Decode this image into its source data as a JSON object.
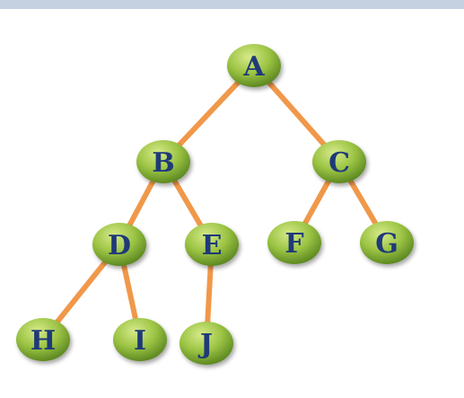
{
  "tree": {
    "edge_color": "#f0984a",
    "node_fill_light": "#d6ea8a",
    "node_fill_mid": "#9cc444",
    "node_fill_dark": "#5e8a22",
    "label_color": "#1f3a78",
    "nodes": [
      {
        "id": "A",
        "label": "A",
        "parent": null
      },
      {
        "id": "B",
        "label": "B",
        "parent": "A"
      },
      {
        "id": "C",
        "label": "C",
        "parent": "A"
      },
      {
        "id": "D",
        "label": "D",
        "parent": "B"
      },
      {
        "id": "E",
        "label": "E",
        "parent": "B"
      },
      {
        "id": "F",
        "label": "F",
        "parent": "C"
      },
      {
        "id": "G",
        "label": "G",
        "parent": "C"
      },
      {
        "id": "H",
        "label": "H",
        "parent": "D"
      },
      {
        "id": "I",
        "label": "I",
        "parent": "D"
      },
      {
        "id": "J",
        "label": "J",
        "parent": "E"
      }
    ]
  }
}
